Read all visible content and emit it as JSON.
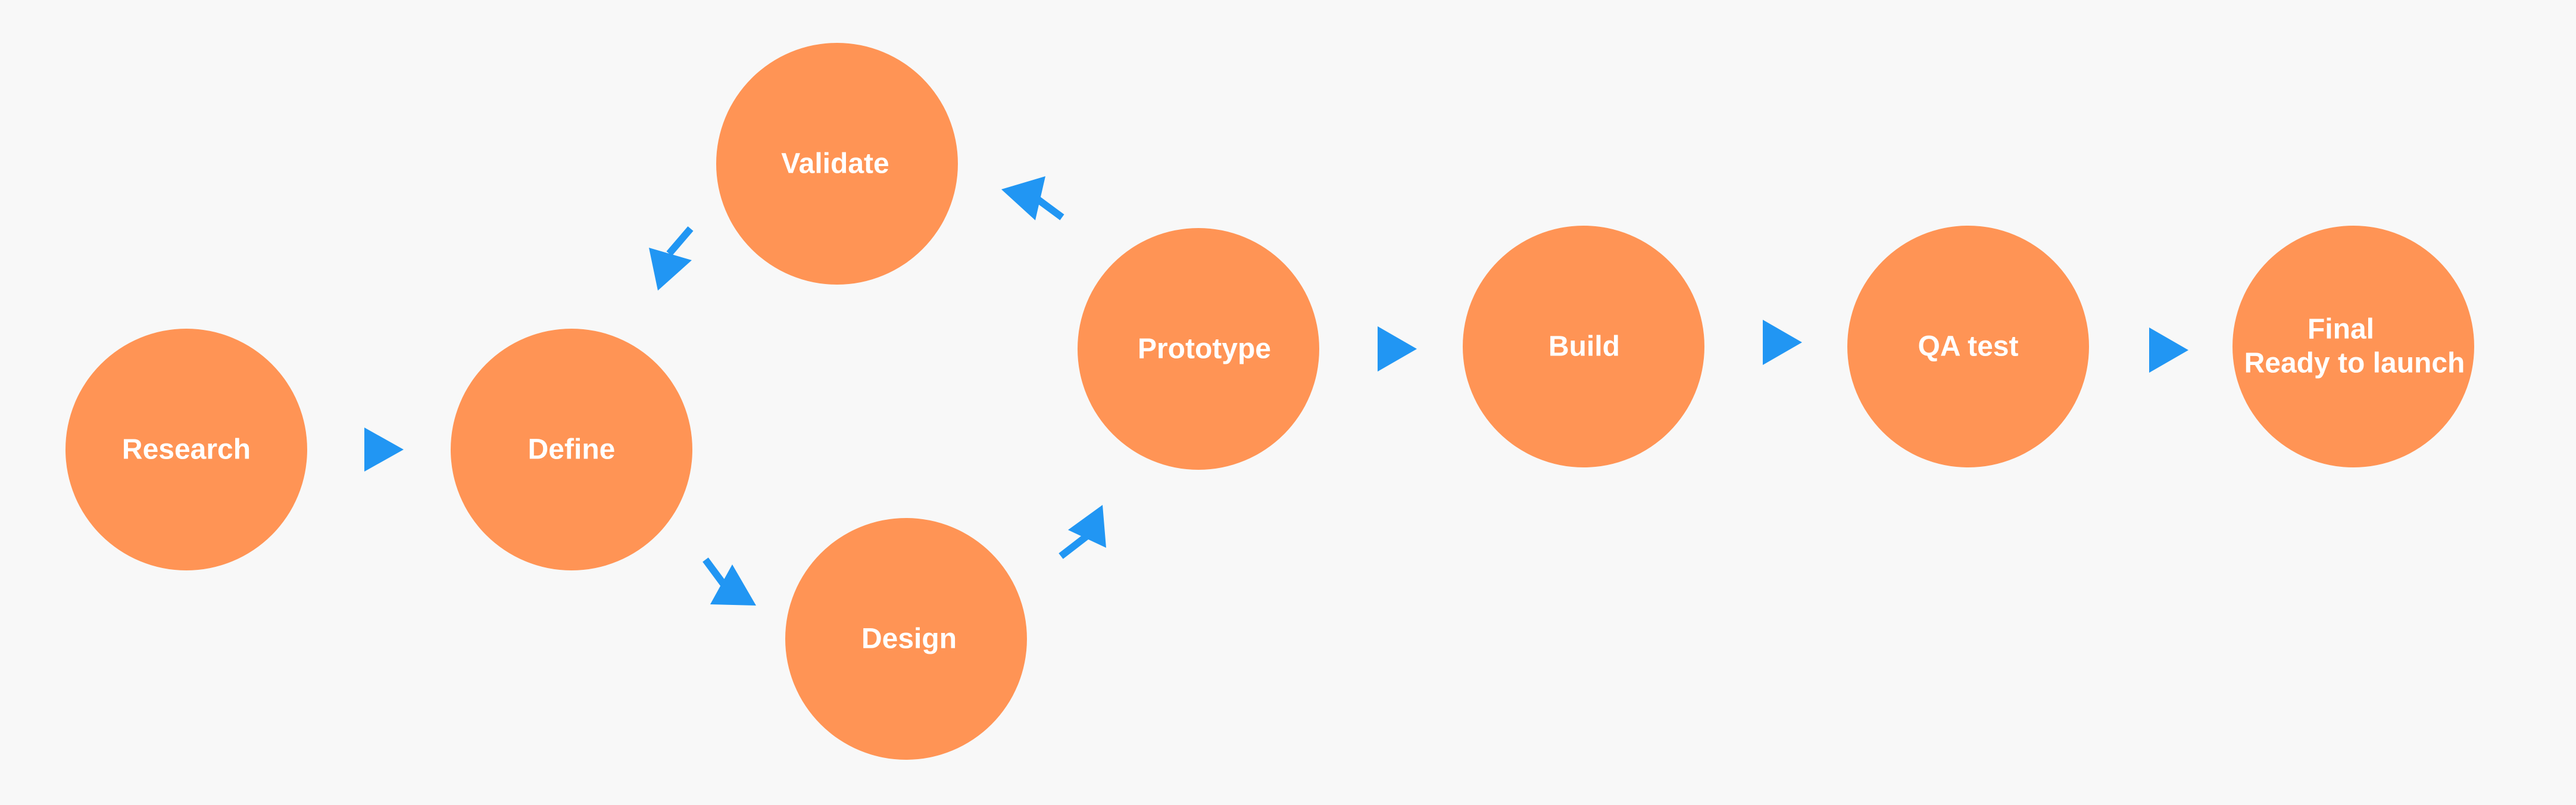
{
  "diagram": {
    "colors": {
      "background": "#f8f8f8",
      "node_fill": "#ff9455",
      "node_text": "#ffffff",
      "arrow": "#2196f3"
    },
    "nodes": [
      {
        "id": "research",
        "lines": [
          "Research"
        ]
      },
      {
        "id": "define",
        "lines": [
          "Define"
        ]
      },
      {
        "id": "validate",
        "lines": [
          "Validate"
        ]
      },
      {
        "id": "design",
        "lines": [
          "Design"
        ]
      },
      {
        "id": "prototype",
        "lines": [
          "Prototype"
        ]
      },
      {
        "id": "build",
        "lines": [
          "Build"
        ]
      },
      {
        "id": "qa-test",
        "lines": [
          "QA test"
        ]
      },
      {
        "id": "final",
        "lines": [
          "Final",
          "Ready to launch"
        ]
      }
    ],
    "edges": [
      {
        "from": "research",
        "to": "define"
      },
      {
        "from": "define",
        "to": "design"
      },
      {
        "from": "design",
        "to": "prototype"
      },
      {
        "from": "prototype",
        "to": "validate"
      },
      {
        "from": "validate",
        "to": "define"
      },
      {
        "from": "prototype",
        "to": "build"
      },
      {
        "from": "build",
        "to": "qa-test"
      },
      {
        "from": "qa-test",
        "to": "final"
      }
    ]
  }
}
